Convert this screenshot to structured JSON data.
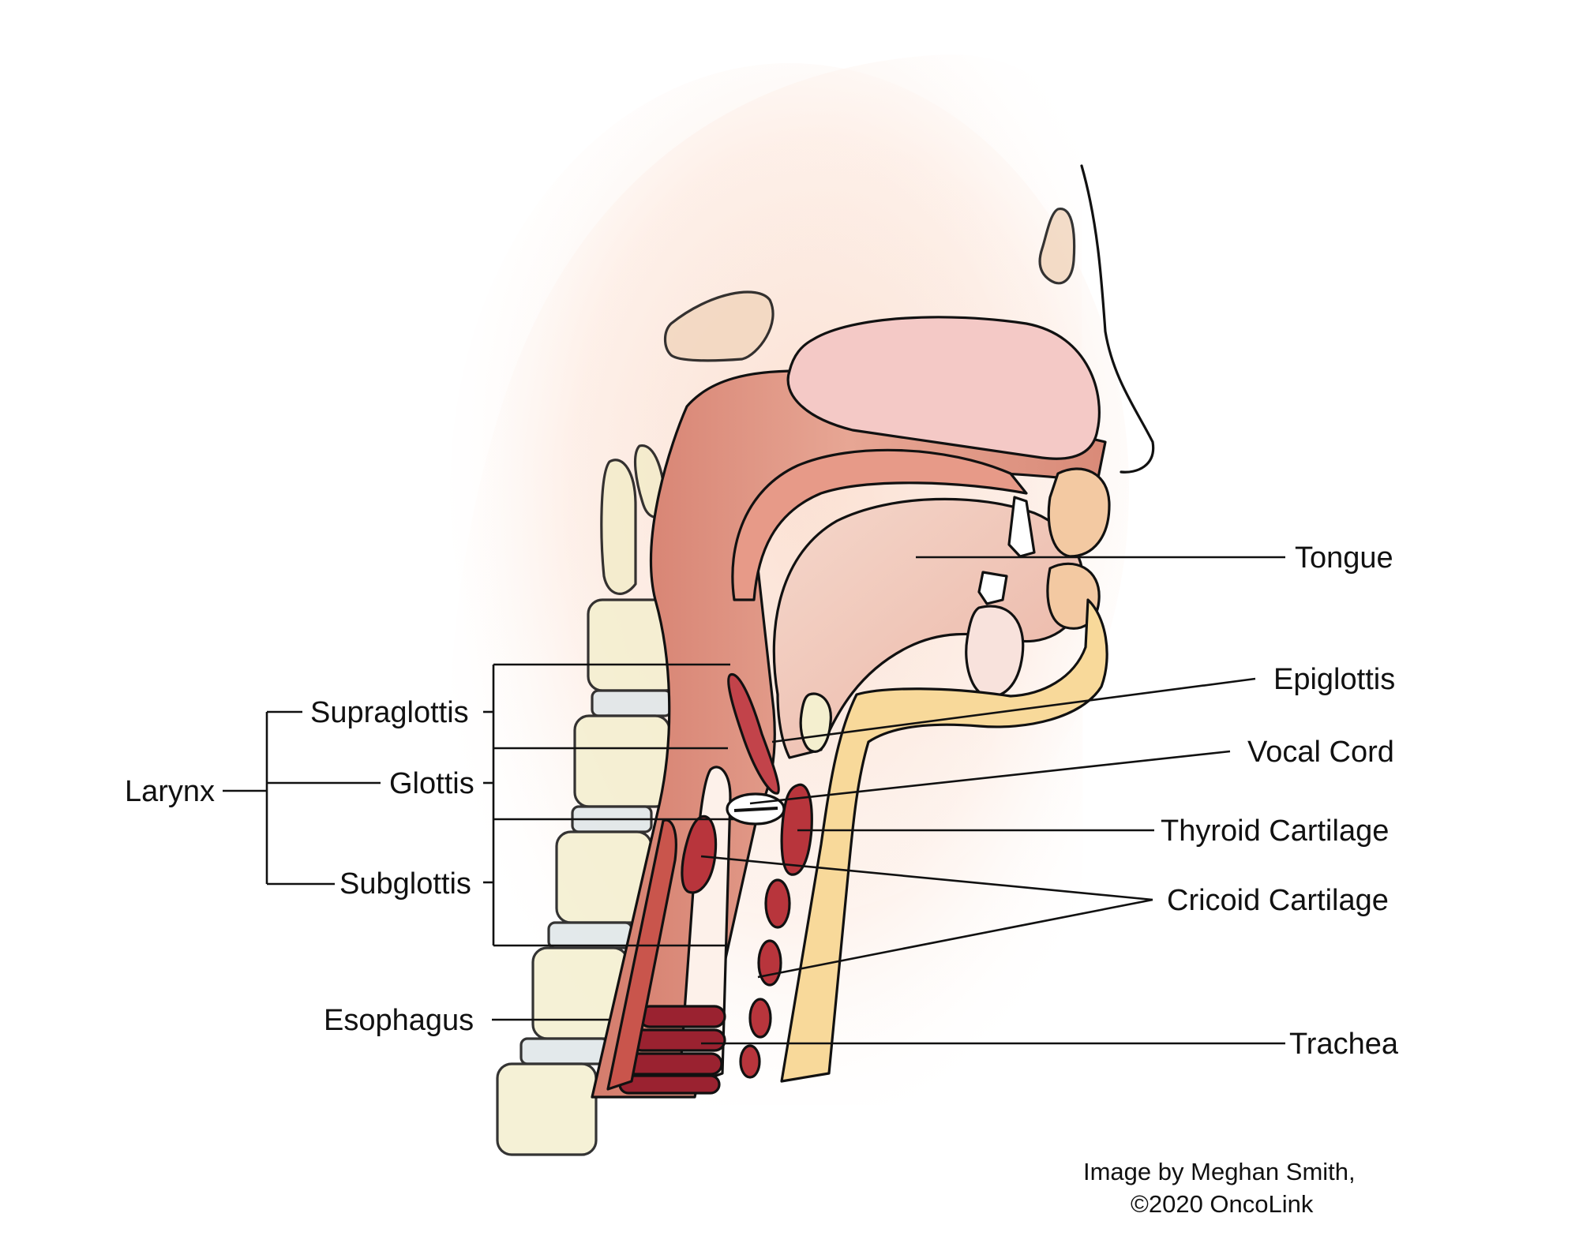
{
  "labels": {
    "larynx": "Larynx",
    "supraglottis": "Supraglottis",
    "glottis": "Glottis",
    "subglottis": "Subglottis",
    "esophagus": "Esophagus",
    "tongue": "Tongue",
    "epiglottis": "Epiglottis",
    "vocal_cord": "Vocal Cord",
    "thyroid_cartilage": "Thyroid Cartilage",
    "cricoid_cartilage": "Cricoid Cartilage",
    "trachea": "Trachea"
  },
  "credit": {
    "line1": "Image by Meghan Smith,",
    "line2": "©2020 OncoLink"
  },
  "colors": {
    "skin_glow": "#fbe3d6",
    "tissue": "#d9897a",
    "tissue_light": "#efc4b4",
    "palate": "#f4c9c6",
    "bone": "#f4efcf",
    "cartilage_dark": "#9a2230",
    "cartilage": "#b8353c",
    "fat_yellow": "#f8d99a",
    "outline": "#111111"
  }
}
